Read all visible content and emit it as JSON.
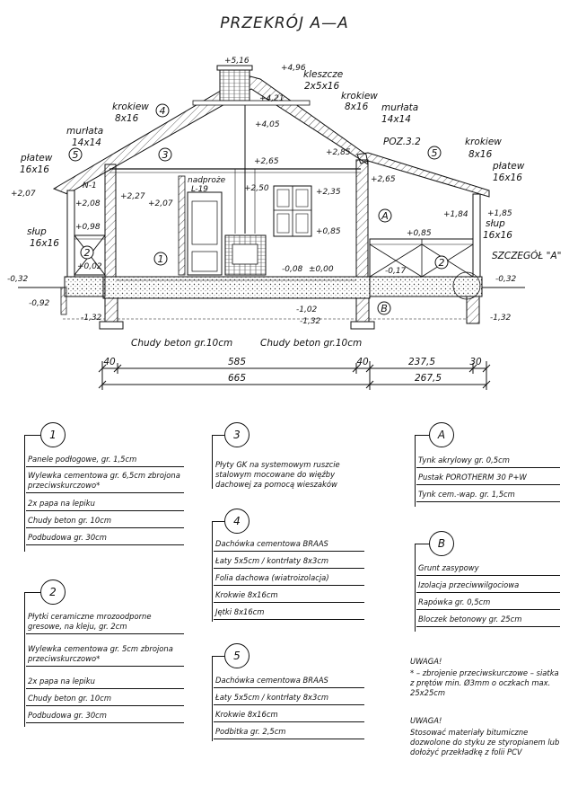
{
  "title": "PRZEKRÓJ A—A",
  "elevations": {
    "chimney": "+5,16",
    "ridge": "+4,96",
    "collar": "+4,21",
    "collar_low": "+4,05",
    "mid_top": "+2,85",
    "wall_right_top": "+2,65",
    "ceiling": "+2,65",
    "lintel_top": "+2,50",
    "window_top": "+2,35",
    "left_wall_top": "+2,27",
    "left_low": "+2,07",
    "left_inner": "+2,07",
    "left_plate": "+2,08",
    "right_post_top": "+1,85",
    "right_post": "+1,84",
    "post_left": "+0,98",
    "post_left_low": "+0,02",
    "window_sill": "+0,85",
    "terrace": "+0,85",
    "floor_step": "-0,08",
    "floor_zero": "±0,00",
    "terrace_low": "-0,17",
    "ground_left": "-0,32",
    "ground_left2": "-0,92",
    "ground_right": "-0,32",
    "found_left": "-1,32",
    "found_mid": "-1,02",
    "found_mid2": "-1,32",
    "found_right": "-1,32"
  },
  "labels": {
    "kleszcze": "kleszcze",
    "kleszcze_dim": "2x5x16",
    "krokiew": "krokiew",
    "krokiew_dim": "8x16",
    "murlata": "murłata",
    "murlata_dim": "14x14",
    "platew": "płatew",
    "platew_dim": "16x16",
    "slup": "słup",
    "slup_dim": "16x16",
    "poz": "POZ.3.2",
    "n1": "N-1",
    "nadproze": "nadproże",
    "l19": "L-19",
    "szczegol": "SZCZEGÓŁ \"A\"",
    "chudy1": "Chudy beton gr.10cm",
    "chudy2": "Chudy beton gr.10cm"
  },
  "circles": [
    "1",
    "2",
    "3",
    "4",
    "5",
    "A",
    "B"
  ],
  "dims": {
    "row1": [
      "40",
      "585",
      "40",
      "237,5",
      "30"
    ],
    "row2": [
      "665",
      "267,5"
    ]
  },
  "legend": {
    "l1": {
      "num": "1",
      "rows": [
        "Panele podłogowe, gr. 1,5cm",
        "Wylewka cementowa gr. 6,5cm zbrojona przeciwskurczowo*",
        "2x papa na lepiku",
        "Chudy beton gr. 10cm",
        "Podbudowa gr. 30cm"
      ]
    },
    "l2": {
      "num": "2",
      "rows": [
        "Płytki ceramiczne mrozoodporne gresowe, na kleju, gr. 2cm",
        "Wylewka cementowa gr. 5cm zbrojona przeciwskurczowo*",
        "2x papa na lepiku",
        "Chudy beton gr. 10cm",
        "Podbudowa gr. 30cm"
      ]
    },
    "l3": {
      "num": "3",
      "rows": [
        "Płyty GK na systemowym ruszcie stalowym mocowane do więźby dachowej za pomocą wieszaków"
      ]
    },
    "l4": {
      "num": "4",
      "rows": [
        "Dachówka cementowa BRAAS",
        "Łaty 5x5cm / kontrłaty 8x3cm",
        "Folia dachowa (wiatroizolacja)",
        "Krokwie 8x16cm",
        "Jętki 8x16cm"
      ]
    },
    "l5": {
      "num": "5",
      "rows": [
        "Dachówka cementowa BRAAS",
        "Łaty 5x5cm / kontrłaty 8x3cm",
        "Krokwie 8x16cm",
        "Podbitka gr. 2,5cm"
      ]
    },
    "lA": {
      "num": "A",
      "rows": [
        "Tynk akrylowy gr. 0,5cm",
        "Pustak POROTHERM 30 P+W",
        "Tynk cem.-wap. gr. 1,5cm"
      ]
    },
    "lB": {
      "num": "B",
      "rows": [
        "Grunt zasypowy",
        "Izolacja przeciwwilgociowa",
        "Rapówka gr. 0,5cm",
        "Bloczek betonowy gr. 25cm"
      ]
    }
  },
  "notes": {
    "uwaga1_title": "UWAGA!",
    "uwaga1_text": "* – zbrojenie przeciwskurczowe – siatka z prętów min. Ø3mm o oczkach max. 25x25cm",
    "uwaga2_title": "UWAGA!",
    "uwaga2_text": "Stosować materiały bitumiczne dozwolone do styku ze styropianem lub dołożyć przekładkę z folii PCV"
  }
}
